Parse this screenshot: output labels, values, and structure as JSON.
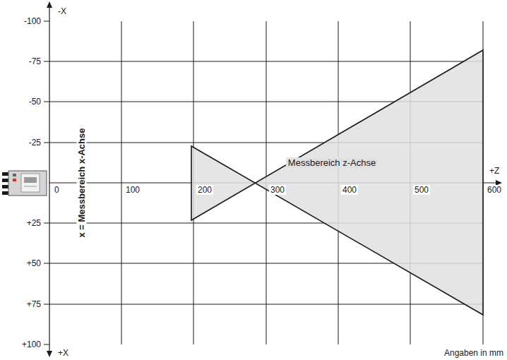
{
  "diagram": {
    "nodes": [
      {
        "text": [
          "Messbereich z-Achse"
        ]
      }
    ],
    "labels": [
      "-X",
      "-100",
      "-75",
      "-50",
      "-25",
      "+25",
      "+50",
      "+75",
      "+100",
      "+X",
      "0",
      "100",
      "200",
      "300",
      "400",
      "500",
      "600",
      "+Z",
      "x = Messbereich x-Achse",
      "Angaben in mm"
    ]
  }
}
